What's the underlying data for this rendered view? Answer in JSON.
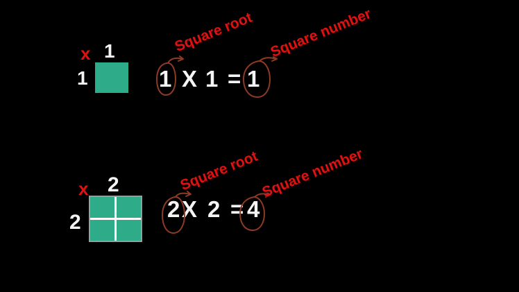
{
  "colors": {
    "background": "#000000",
    "square_fill": "#2eac89",
    "square_border": "#9d9d9d",
    "grid_line": "#ffffff",
    "text_white": "#f4f4f4",
    "accent_red": "#e01111",
    "circle_stroke": "#8e3a24"
  },
  "sections": [
    {
      "multiply_sign": "x",
      "top_dimension": "1",
      "left_dimension": "1",
      "equation": {
        "square_root": "1",
        "times": "X",
        "factor": "1",
        "equals": "=",
        "square_number": "1"
      },
      "annotations": {
        "square_root": "Square root",
        "square_number": "Square number"
      }
    },
    {
      "multiply_sign": "x",
      "top_dimension": "2",
      "left_dimension": "2",
      "equation": {
        "square_root": "2",
        "times": "X",
        "factor": "2",
        "equals": "=",
        "square_number": "4"
      },
      "annotations": {
        "square_root": "Square root",
        "square_number": "Square number"
      }
    }
  ]
}
